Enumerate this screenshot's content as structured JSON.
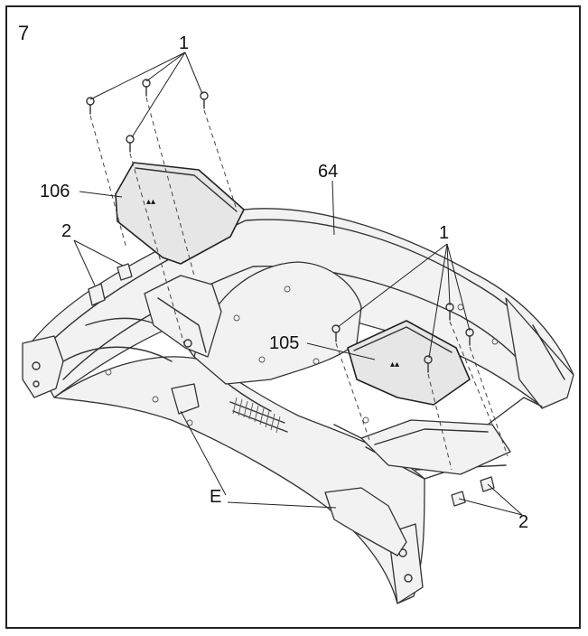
{
  "step_number": "7",
  "callouts": {
    "screws_top_left": "1",
    "screws_right": "1",
    "part_64": "64",
    "part_106": "106",
    "part_105": "105",
    "clips_left": "2",
    "clips_right": "2",
    "label_e": "E"
  }
}
